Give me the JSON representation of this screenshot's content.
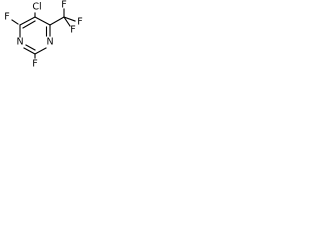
{
  "structure": {
    "atoms": {
      "fluorine_top_left": "F",
      "chlorine": "Cl",
      "nitrogen_upper": "N",
      "fluorine_cf3_1": "F",
      "fluorine_cf3_2": "F",
      "fluorine_cf3_3": "F",
      "nitrogen_lower": "N",
      "fluorine_bottom_left": "F"
    },
    "colors": {
      "bond": "#000000",
      "label": "#000000",
      "background": "#ffffff"
    }
  }
}
